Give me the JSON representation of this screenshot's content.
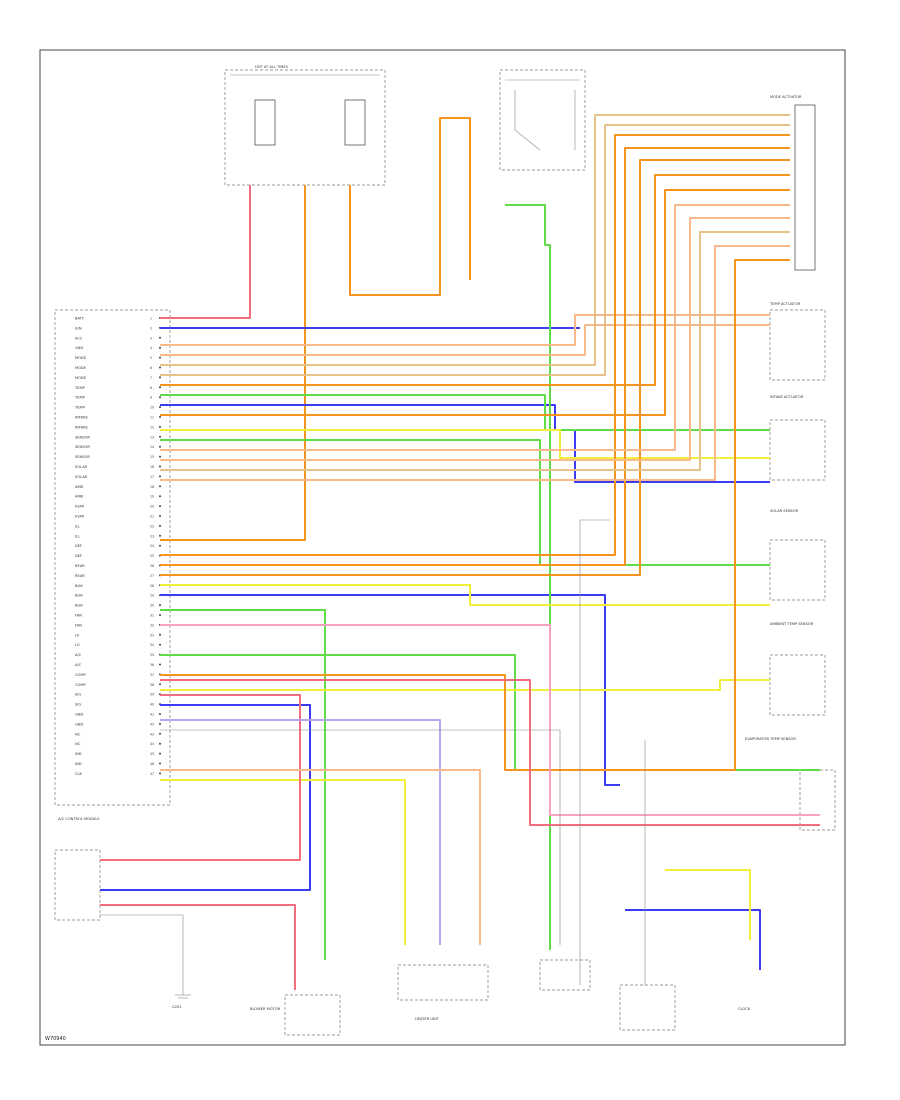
{
  "figure_code": "W70940",
  "module_labels": {
    "control_module": "A/C CONTROL MODULE",
    "fuse_top": "HOT AT ALL TIMES",
    "blower_motor": "BLOWER MOTOR",
    "heater_unit": "HEATER UNIT",
    "mode_actuator": "MODE ACTUATOR",
    "temp_actuator": "TEMP ACTUATOR",
    "intake_actuator": "INTAKE ACTUATOR",
    "solar_sensor": "SOLAR SENSOR",
    "ambient_sensor": "AMBIENT TEMP SENSOR",
    "evap_sensor": "EVAPORATOR TEMP SENSOR",
    "ground": "G201",
    "clock": "CLOCK"
  },
  "colors": {
    "red": "#f26d7d",
    "orange": "#f7941d",
    "blue": "#3b3bf0",
    "green": "#5fdc46",
    "yellow": "#f2ee3a",
    "peach": "#f9b98b",
    "tan": "#e8c28a",
    "pink": "#f7a1c4",
    "gray": "#999999"
  },
  "control_pins": [
    "BATT",
    "IGN",
    "ACC",
    "GND",
    "MODE",
    "MODE",
    "MODE",
    "TEMP",
    "TEMP",
    "TEMP",
    "INTAKE",
    "INTAKE",
    "SENSOR",
    "SENSOR",
    "SENSOR",
    "SOLAR",
    "SOLAR",
    "AMB",
    "AMB",
    "EVAP",
    "EVAP",
    "ILL",
    "ILL",
    "DEF",
    "DEF",
    "REAR",
    "REAR",
    "BLW",
    "BLW",
    "BLW",
    "FAN",
    "FAN",
    "HI",
    "LO",
    "A/C",
    "A/C",
    "COMP",
    "COMP",
    "SIG",
    "SIG",
    "GND",
    "GND",
    "NC",
    "NC",
    "IND",
    "IND",
    "CLK"
  ]
}
